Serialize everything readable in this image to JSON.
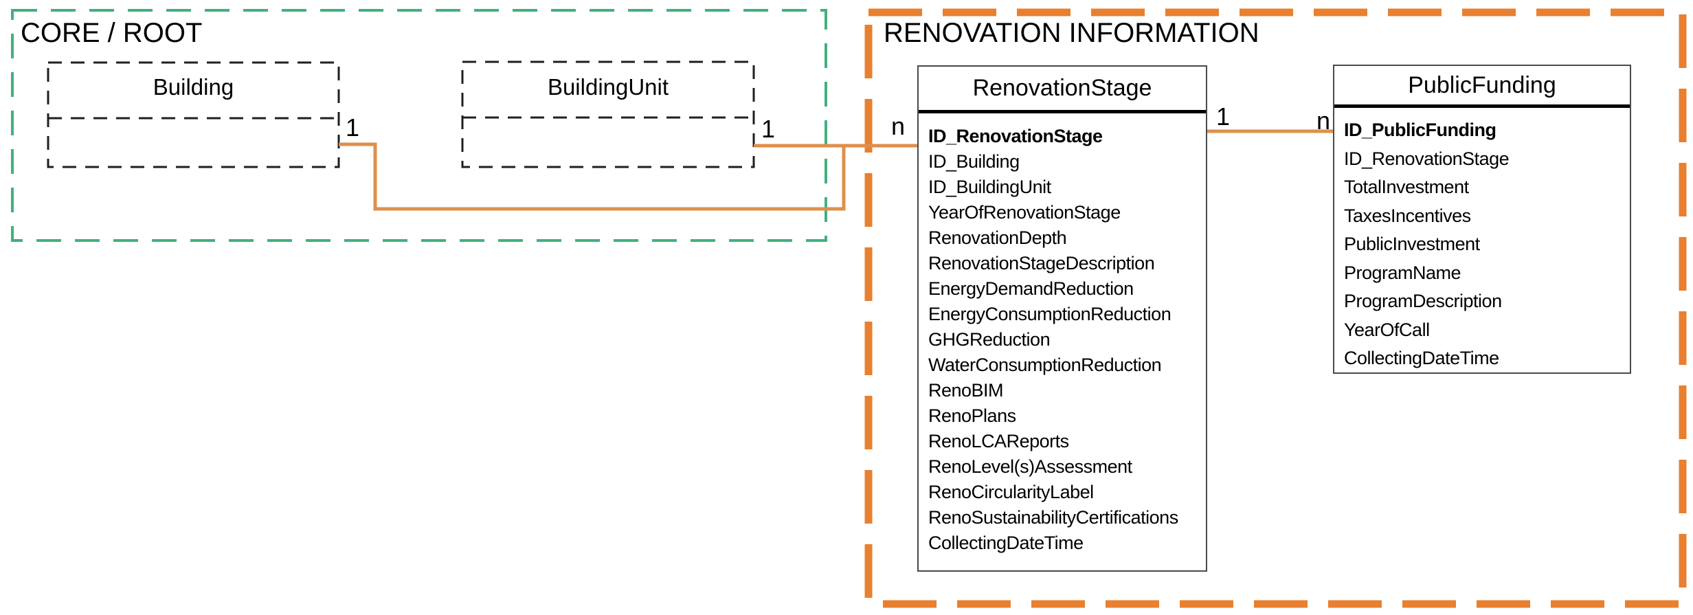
{
  "colors": {
    "core_root_border": "#42b07e",
    "renovation_border": "#e8802f",
    "connector_line": "#df8f4c"
  },
  "groups": {
    "core_root": {
      "title": "CORE / ROOT",
      "entities": {
        "building": {
          "title": "Building"
        },
        "building_unit": {
          "title": "BuildingUnit"
        }
      }
    },
    "renovation_information": {
      "title": "RENOVATION INFORMATION",
      "tables": {
        "renovation_stage": {
          "title": "RenovationStage",
          "primary_key": "ID_RenovationStage",
          "attributes": [
            "ID_RenovationStage",
            "ID_Building",
            "ID_BuildingUnit",
            "YearOfRenovationStage",
            "RenovationDepth",
            "RenovationStageDescription",
            "EnergyDemandReduction",
            "EnergyConsumptionReduction",
            "GHGReduction",
            "WaterConsumptionReduction",
            "RenoBIM",
            "RenoPlans",
            "RenoLCAReports",
            "RenoLevel(s)Assessment",
            "RenoCircularityLabel",
            "RenoSustainabilityCertifications",
            "CollectingDateTime"
          ]
        },
        "public_funding": {
          "title": "PublicFunding",
          "primary_key": "ID_PublicFunding",
          "attributes": [
            "ID_PublicFunding",
            "ID_RenovationStage",
            "TotalInvestment",
            "TaxesIncentives",
            "PublicInvestment",
            "ProgramName",
            "ProgramDescription",
            "YearOfCall",
            "CollectingDateTime"
          ]
        }
      }
    }
  },
  "cardinality_labels": {
    "building_right": "1",
    "building_unit_right": "1",
    "renovation_stage_left": "n",
    "renovation_stage_right": "1",
    "public_funding_left": "n"
  }
}
